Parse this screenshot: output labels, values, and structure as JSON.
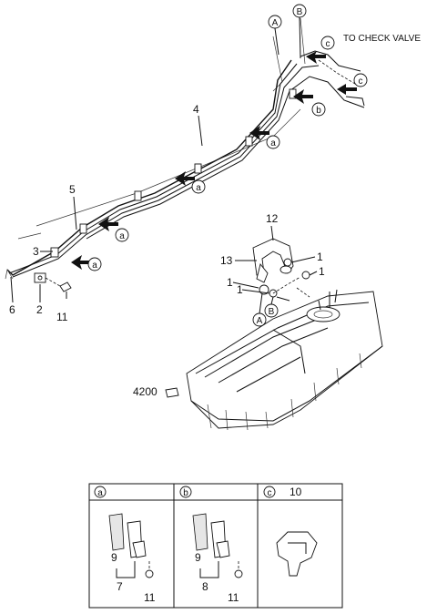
{
  "text_note": "TO  CHECK VALVE",
  "callout_letters": {
    "a": "a",
    "b": "b",
    "c": "c",
    "A": "A",
    "B": "B"
  },
  "part_numbers": {
    "p1": "1",
    "p2": "2",
    "p3": "3",
    "p4": "4",
    "p5": "5",
    "p6": "6",
    "p7": "7",
    "p8": "8",
    "p9": "9",
    "p10": "10",
    "p11": "11",
    "p12": "12",
    "p13": "13",
    "p4200": "4200"
  },
  "legend": {
    "cell_a": {
      "letter": "a",
      "labels": [
        "9",
        "7",
        "11"
      ]
    },
    "cell_b": {
      "letter": "b",
      "labels": [
        "9",
        "8",
        "11"
      ]
    },
    "cell_c": {
      "letter": "c",
      "part": "10"
    }
  }
}
